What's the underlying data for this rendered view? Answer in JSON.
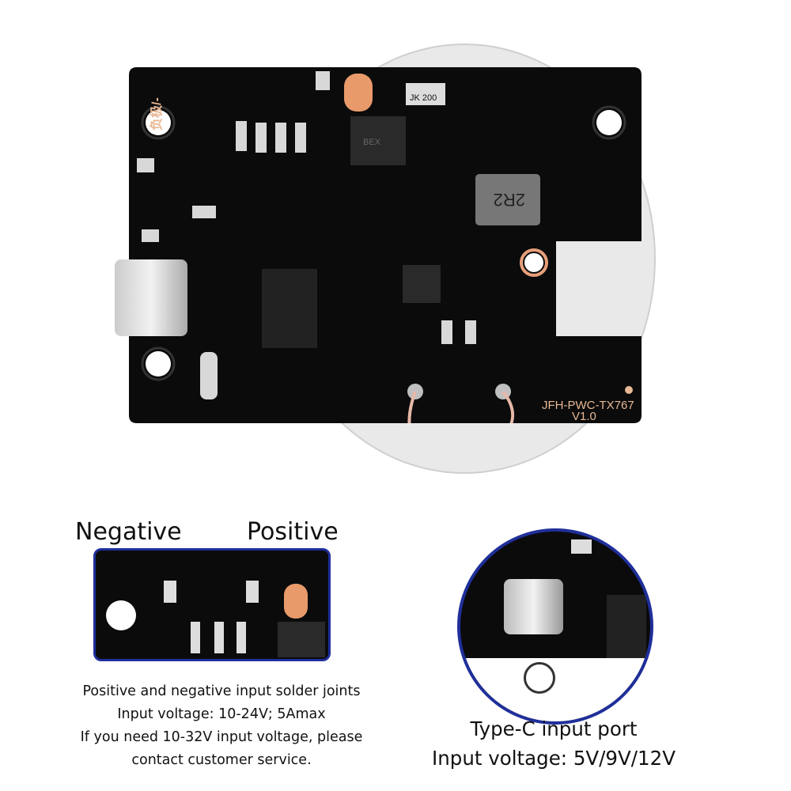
{
  "board": {
    "silkscreen_model": "JFH-PWC-TX767",
    "silkscreen_version": "V1.0",
    "silkscreen_negative": "负极/-",
    "inductor_marking": "2R2",
    "resistor_marking": "JK 200",
    "ic_marking": "BEX"
  },
  "solder_inset": {
    "negative_label": "Negative",
    "positive_label": "Positive",
    "caption_lines": [
      "Positive and negative input solder joints",
      "Input voltage: 10-24V; 5Amax",
      "If you need 10-32V input voltage, please",
      "contact customer service."
    ]
  },
  "typec_inset": {
    "caption_lines": [
      "Type-C input port",
      "Input voltage: 5V/9V/12V"
    ]
  },
  "colors": {
    "accent": "#1f2f9a",
    "pcb": "#0b0b0b",
    "silk": "#e8b894"
  }
}
